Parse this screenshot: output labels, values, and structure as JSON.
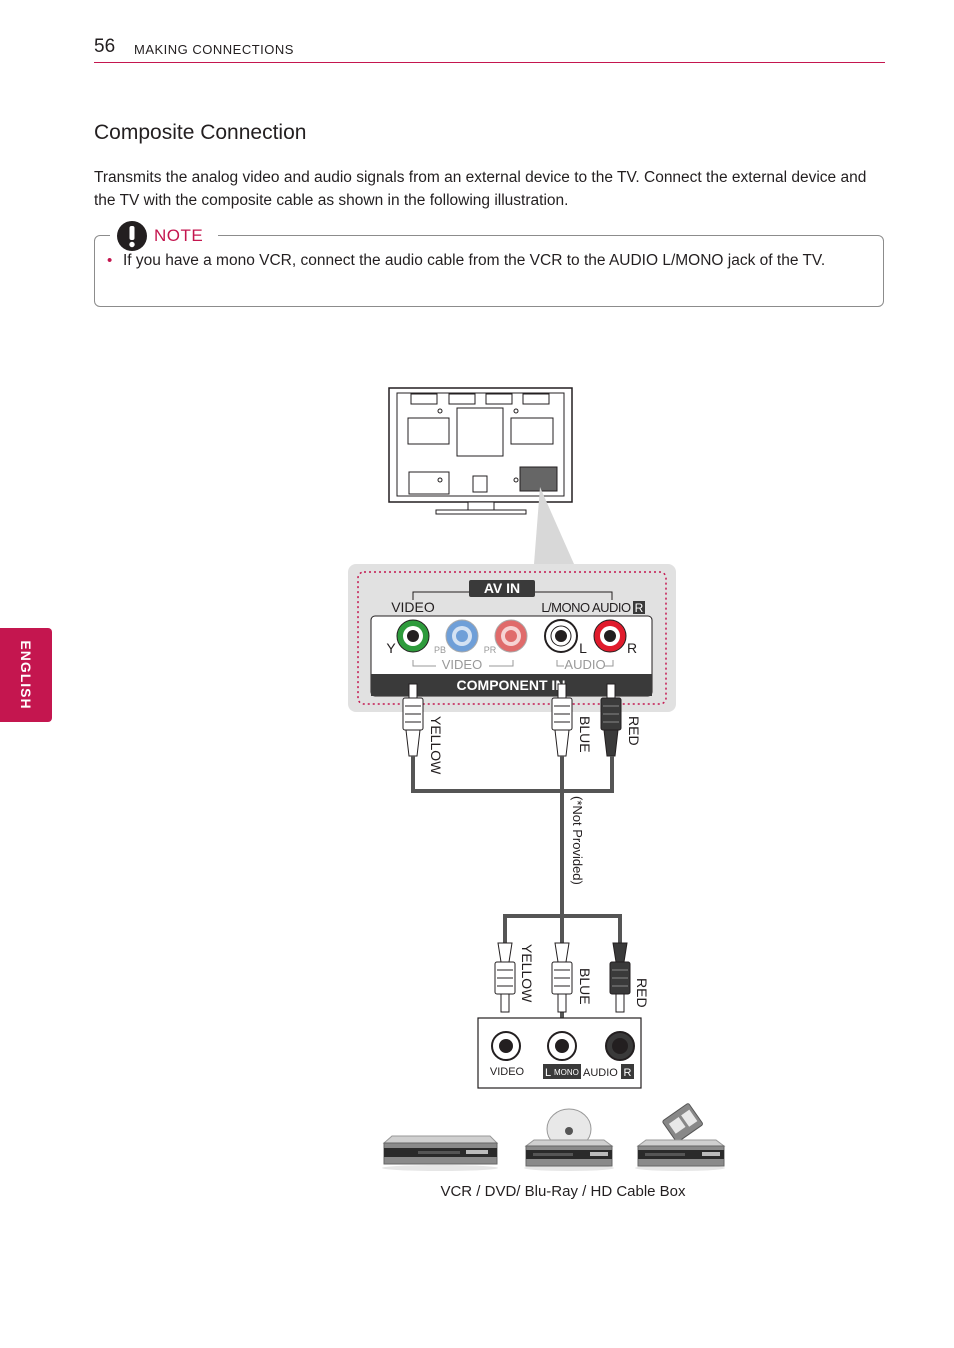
{
  "header": {
    "page_number": "56",
    "section": "MAKING CONNECTIONS"
  },
  "title": "Composite Connection",
  "intro": "Transmits the analog video and audio signals from an external device to the TV. Connect the external device and the TV with the composite cable as shown in the following illustration.",
  "note": {
    "label": "NOTE",
    "bullet": "•",
    "text": "If you have a mono VCR, connect the audio cable from the VCR to the AUDIO L/MONO jack of the TV."
  },
  "side_tab": "ENGLISH",
  "diagram": {
    "panel": {
      "av_in": "AV IN",
      "video": "VIDEO",
      "l_mono_audio": "L/MONO AUDIO",
      "r": "R",
      "y": "Y",
      "pb": "PB",
      "pr": "PR",
      "l": "L",
      "r2": "R",
      "video_bottom": "VIDEO",
      "audio_bottom": "AUDIO",
      "component_in": "COMPONENT IN"
    },
    "cable_top": {
      "yellow": "YELLOW",
      "blue": "BLUE",
      "red": "RED"
    },
    "not_provided": "(*Not Provided)",
    "cable_bottom": {
      "yellow": "YELLOW",
      "blue": "BLUE",
      "red": "RED"
    },
    "device_jacks": {
      "video": "VIDEO",
      "l": "L",
      "mono": "MONO",
      "audio": "AUDIO",
      "r": "R"
    },
    "caption": "VCR / DVD/ Blu-Ray / HD Cable Box"
  },
  "colors": {
    "accent": "#c4164f",
    "jack_green": "#2e9b3c",
    "jack_blue": "#6f9fd8",
    "jack_red_light": "#e06b6b",
    "jack_red": "#e01b2c",
    "panel_bg": "#e1e1e1"
  }
}
